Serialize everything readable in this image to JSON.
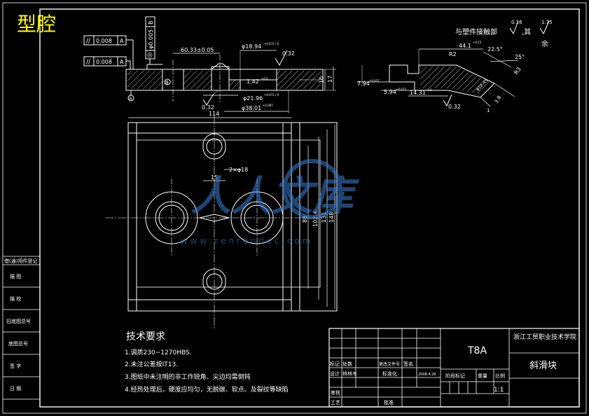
{
  "drawing_title": "型腔",
  "section_view": {
    "flatness_1": "0.008",
    "flatness_1_datum": "A",
    "flatness_2": "0.008",
    "flatness_2_datum": "A",
    "position_tol": "φ0.005",
    "position_datum": "B",
    "dim_offset": "60.33±0.05",
    "dim_d18": "φ18.94",
    "dim_d18_tol": "+0.072 / 0",
    "dim_1": "1.42",
    "dim_1_tol": "+0.6",
    "dim_d22": "φ21.96",
    "dim_d22_tol": "+0.072 / 0",
    "dim_d39": "φ38.01",
    "dim_d39_tol": "+0.087",
    "dim_h10": "10",
    "dim_h17": "17",
    "rough_1": "0.32",
    "rough_2": "0.32",
    "datum_a": "A",
    "datum_b": "B"
  },
  "detail_view": {
    "contact_note": "与塑件接触部",
    "rough_contact": "0.16",
    "rough_rest": "1.75",
    "rest_note_1": ",其",
    "rest_note_2": "余",
    "dim_44": "44.1",
    "dim_44_tol": "+0.15",
    "angle_225": "22.5°",
    "angle_25": "25°",
    "r2": "R2",
    "r3": "R3",
    "dim_794": "7.94",
    "dim_794_tol": "+0.027",
    "dim_594": "5.94",
    "dim_594_tol": "+0.023",
    "dim_1431": "14.31",
    "dim_1431_tol": "+0.1",
    "dim_d1845": "φ18.45",
    "dim_38": "3.8",
    "dim_1": "1",
    "rough_detail": "0.32"
  },
  "plan_view": {
    "width": "114",
    "hole_note": "2×φ18",
    "dim_15": "15",
    "dim_88": "88",
    "dim_1024": "102.4",
    "dim_131": "131",
    "dim_148": "148"
  },
  "watermark": {
    "brand": "人人文库",
    "url": "w w w . r e n r e n d o c . c o m"
  },
  "left_column": {
    "cells": [
      "借(通)用件登记",
      "描  图",
      "描  校",
      "旧底图总号",
      "底图总号",
      "签  字",
      "日  期"
    ]
  },
  "tech_requirements": {
    "heading": "技术要求",
    "items": [
      "1.调质230~1270HBS.",
      "2.未注公差按IT13.",
      "3.图纸中未注明的非工作锐角、尖边均需倒钝",
      "4.经热处理后，硬度应均匀，无脱碳、软点、及裂纹等缺陷"
    ]
  },
  "title_block": {
    "material": "T8A",
    "school": "浙江工贸职业技术学院",
    "part_name": "斜滑块",
    "scale": "1:1",
    "date": "2008.4.28",
    "labels": {
      "mark": "标记",
      "count": "处数",
      "change_doc": "更改文件号",
      "signature": "签名",
      "design": "设计",
      "designer": "林林冬",
      "standardization": "标准化",
      "stage_mark": "阶段标记",
      "weight": "重量",
      "ratio": "比例",
      "review": "审核",
      "process": "工艺",
      "approve": "批准"
    }
  }
}
